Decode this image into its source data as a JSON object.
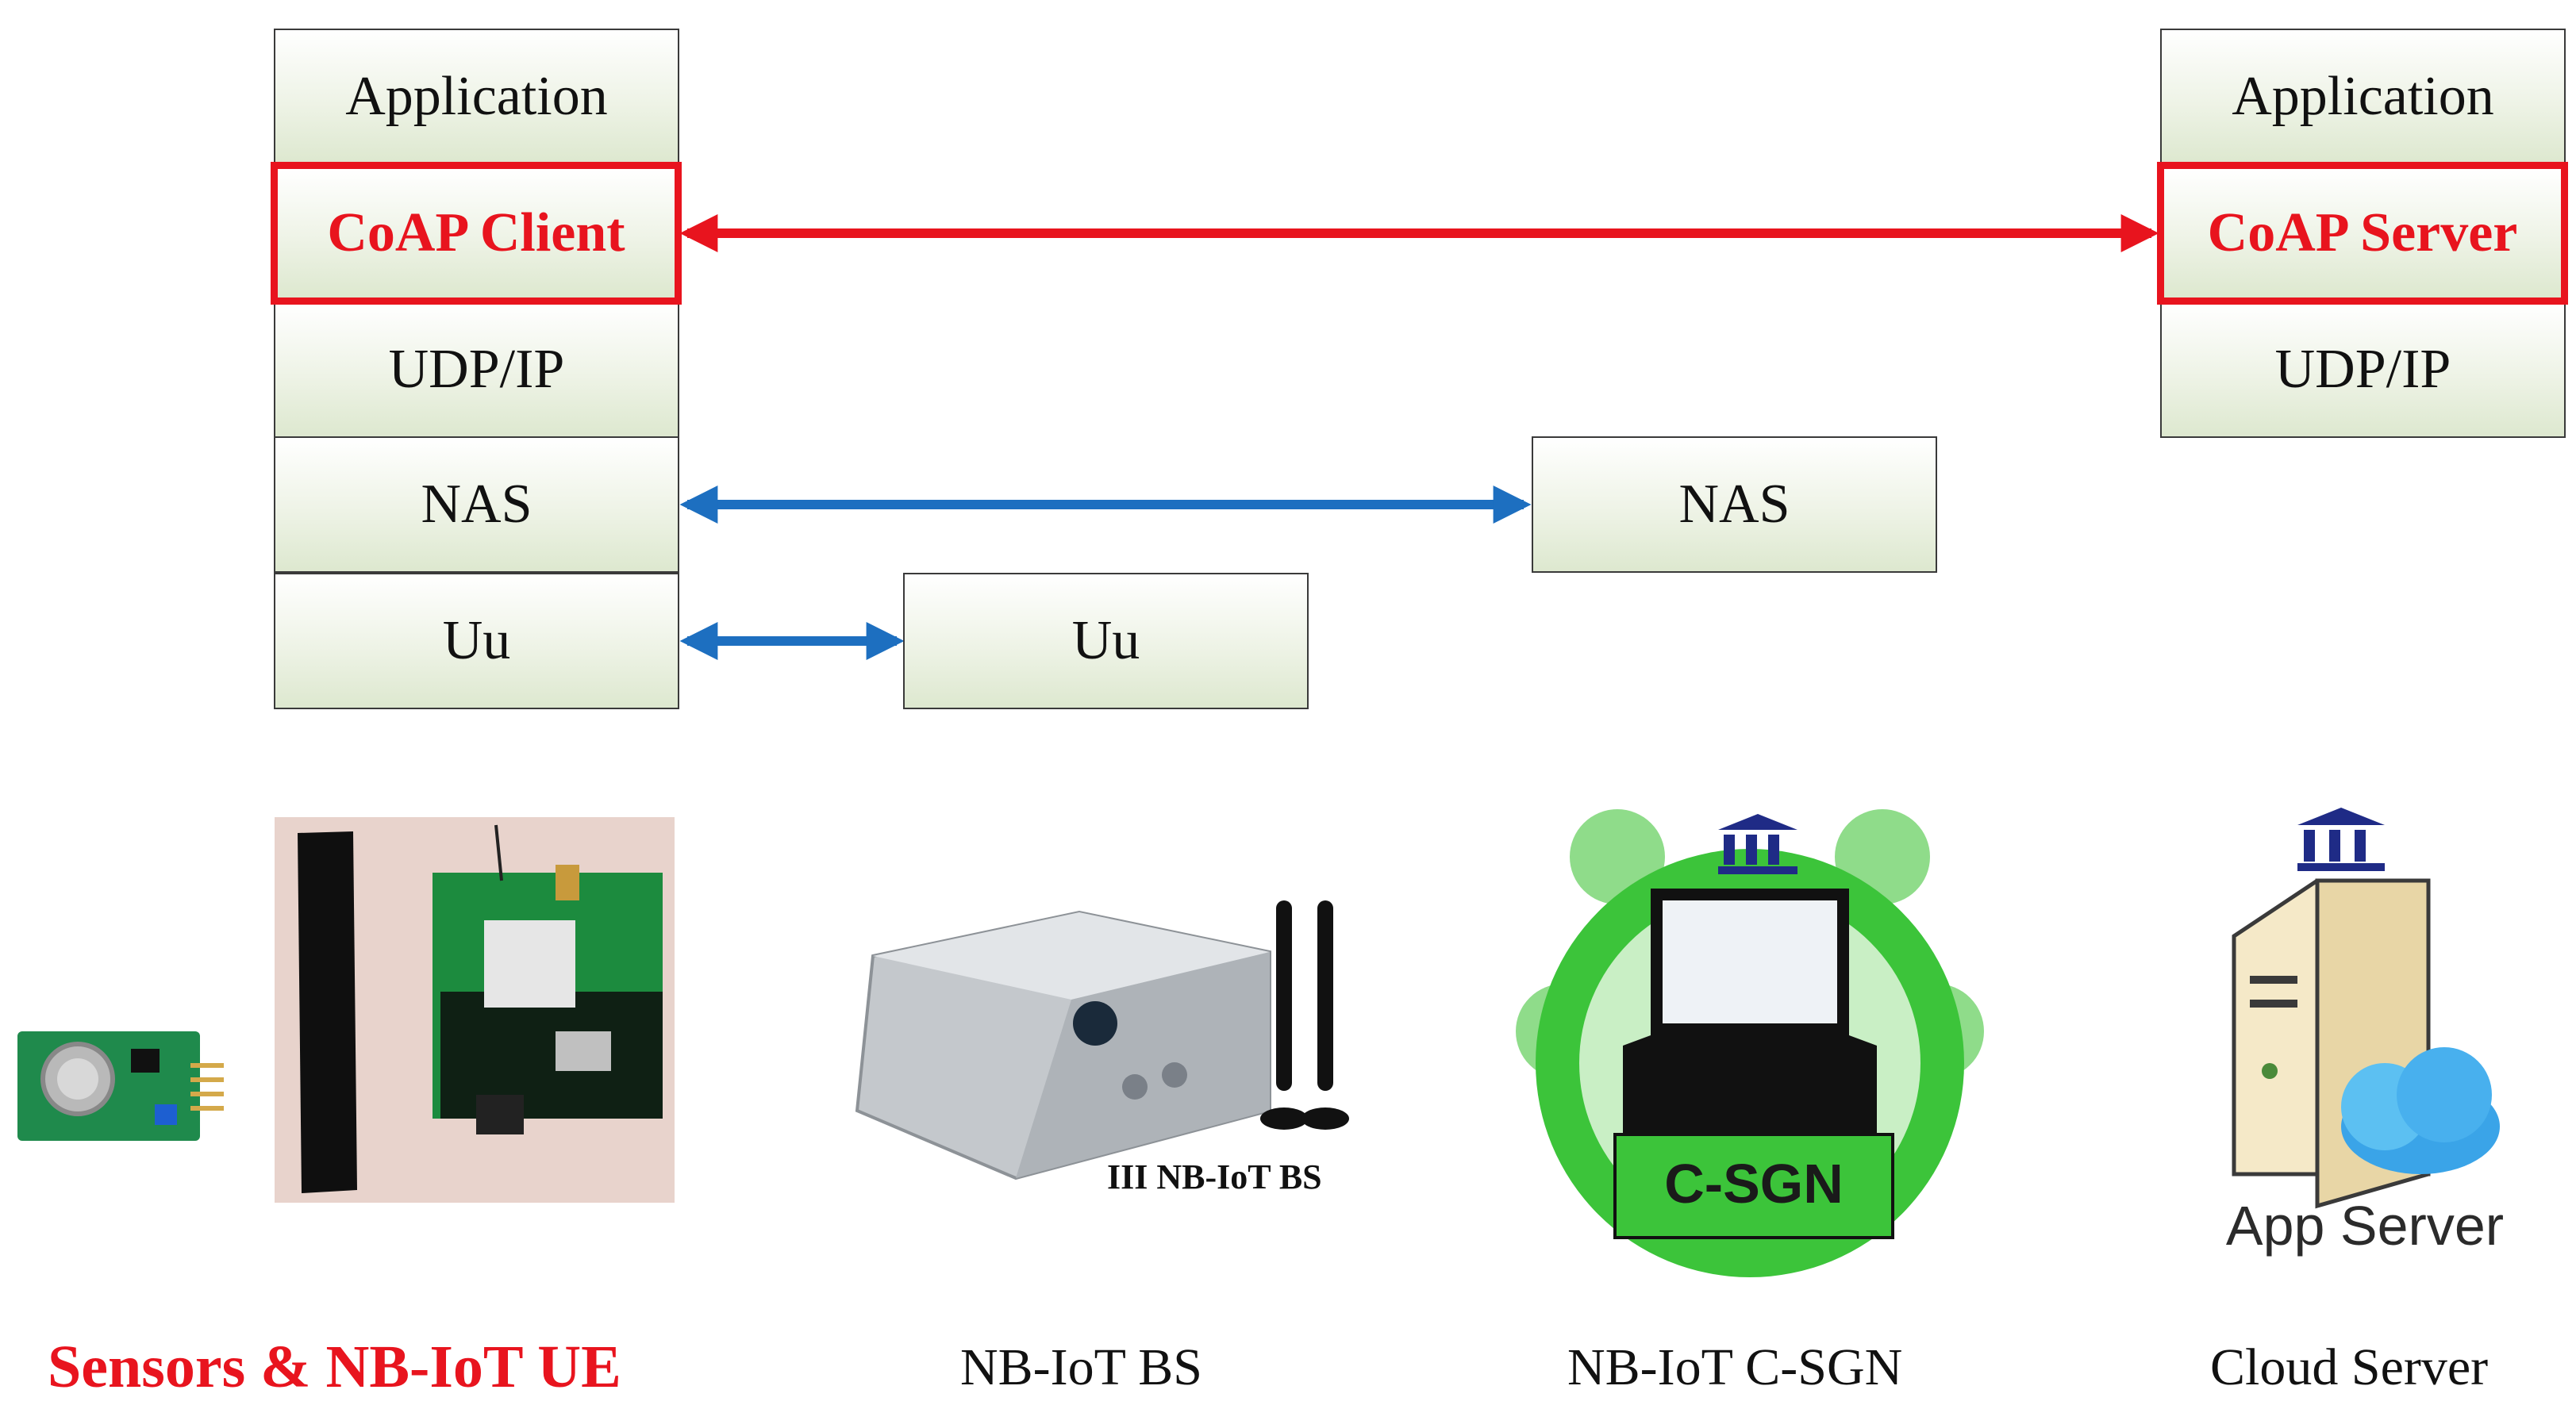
{
  "ue_stack": {
    "application": "Application",
    "coap": "CoAP Client",
    "udp": "UDP/IP",
    "nas": "NAS",
    "uu": "Uu"
  },
  "bs_stack": {
    "uu": "Uu"
  },
  "csgn_stack": {
    "nas": "NAS"
  },
  "server_stack": {
    "application": "Application",
    "coap": "CoAP Server",
    "udp": "UDP/IP"
  },
  "device_labels": {
    "bs_image_label": "III NB-IoT BS",
    "csgn_image_label": "C-SGN",
    "server_image_label": "App Server"
  },
  "captions": {
    "ue": "Sensors & NB-IoT UE",
    "bs": "NB-IoT BS",
    "csgn": "NB-IoT C-SGN",
    "cloud": "Cloud Server"
  },
  "colors": {
    "highlight": "#e8141e",
    "link_blue": "#1d6fc0",
    "csgn_green": "#3cc43a"
  }
}
